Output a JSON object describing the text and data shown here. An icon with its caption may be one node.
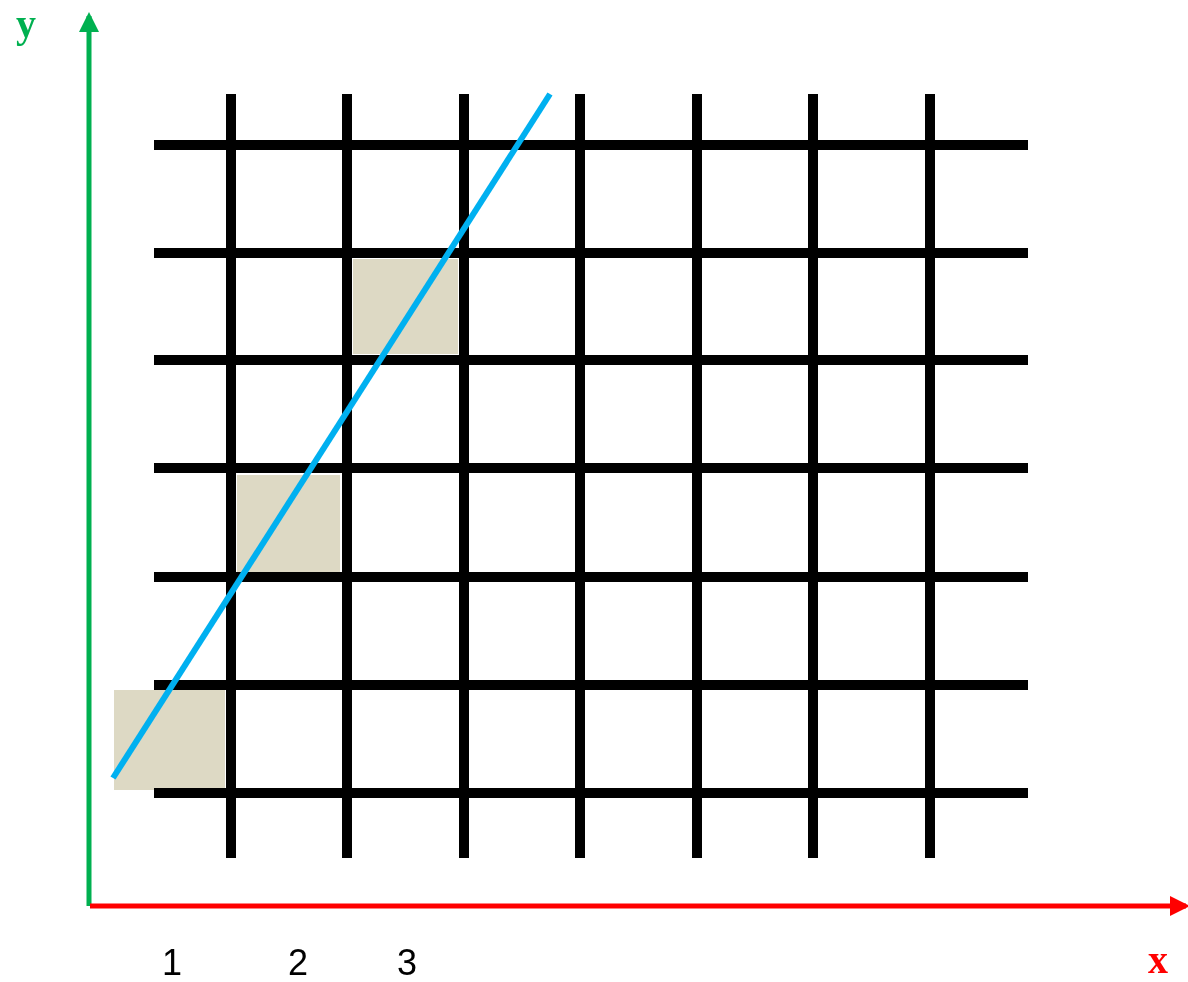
{
  "diagram": {
    "labels": [
      "y",
      "1",
      "2",
      "3",
      "x"
    ]
  }
}
